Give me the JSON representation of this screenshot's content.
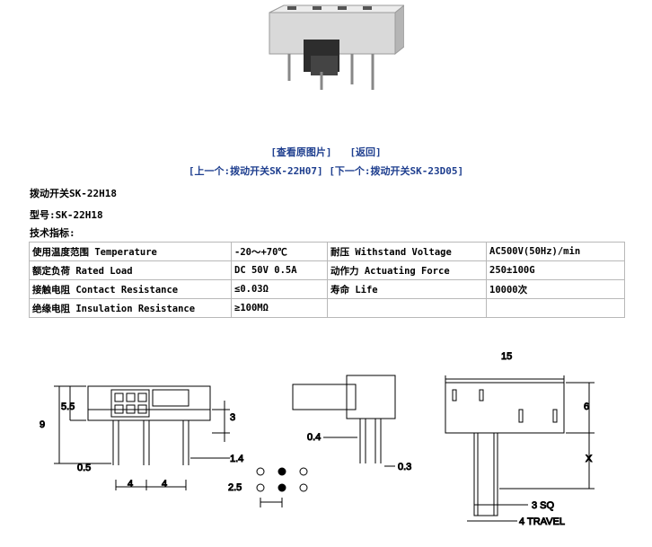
{
  "nav": {
    "view_original": "[查看原图片]",
    "back": "[返回]",
    "prev": "[上一个:拨动开关SK-22H07]",
    "next": "[下一个:拨动开关SK-23D05]"
  },
  "product": {
    "title": "拨动开关SK-22H18",
    "model": "型号:SK-22H18",
    "spec_heading": "技术指标:"
  },
  "specs": {
    "rows": [
      [
        "使用温度范围 Temperature",
        "-20～+70℃",
        "耐压 Withstand Voltage",
        "AC500V(50Hz)/min"
      ],
      [
        "额定负荷 Rated Load",
        "DC 50V 0.5A",
        "动作力 Actuating Force",
        "250±100G"
      ],
      [
        "接触电阻 Contact Resistance",
        "≤0.03Ω",
        "寿命 Life",
        "10000次"
      ],
      [
        "绝缘电阻 Insulation Resistance",
        "≥100MΩ",
        "",
        ""
      ]
    ]
  },
  "drawing": {
    "dim_9": "9",
    "dim_5_5": "5.5",
    "dim_3": "3",
    "dim_1_4": "1.4",
    "dim_0_5": "0.5",
    "dim_4_a": "4",
    "dim_4_b": "4",
    "dim_0_4": "0.4",
    "dim_0_3": "0.3",
    "dim_2_5": "2.5",
    "dim_15": "15",
    "dim_6": "6",
    "dim_x": "X",
    "dim_3sq": "3 SQ",
    "dim_travel": "4 TRAVEL"
  },
  "colors": {
    "link": "#1f3f8f",
    "border": "#b8b8b8"
  }
}
